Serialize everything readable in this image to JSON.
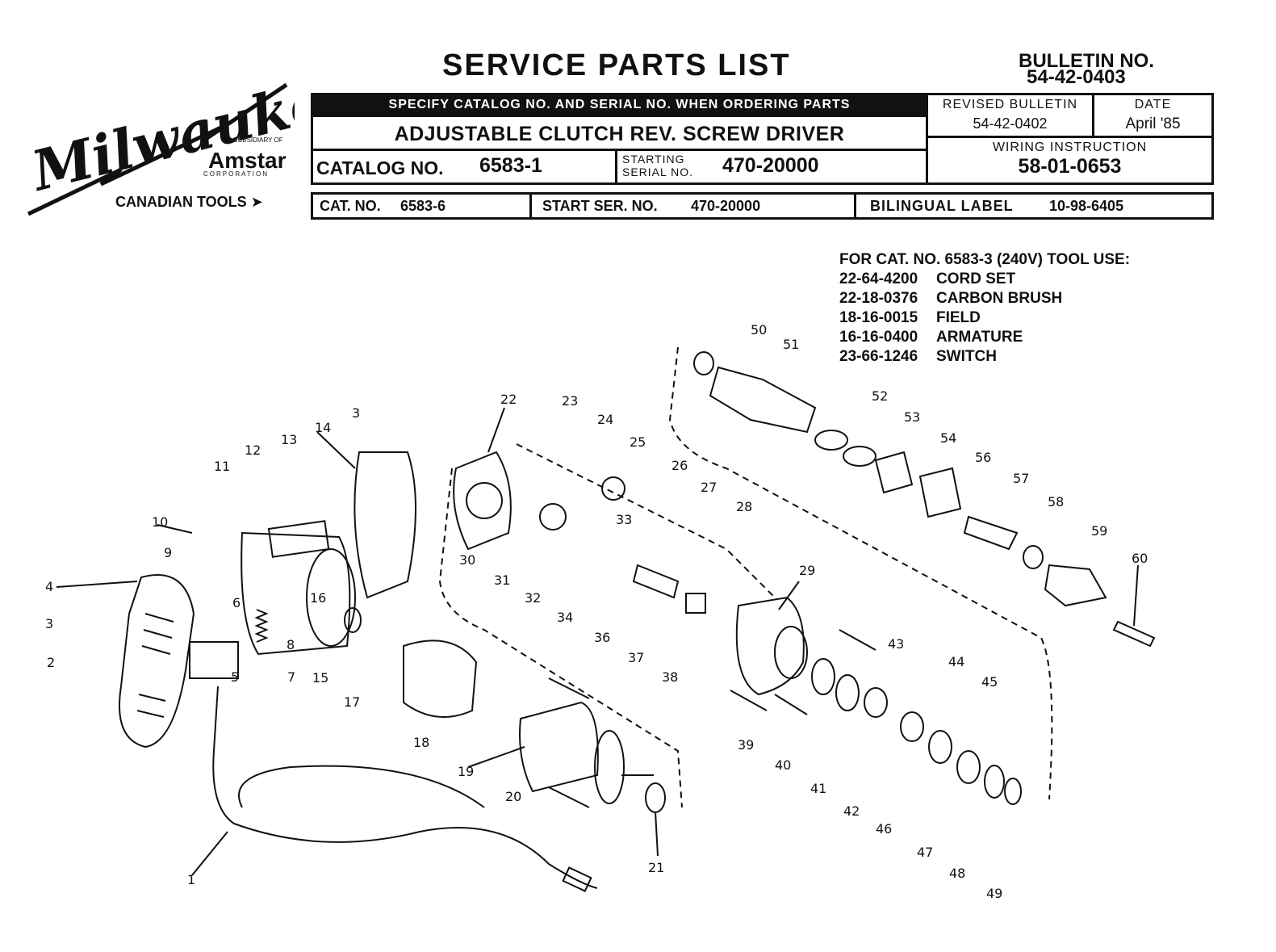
{
  "header": {
    "title": "SERVICE PARTS LIST",
    "bulletin_label": "BULLETIN NO.",
    "bulletin_no": "54-42-0403",
    "specify_note": "SPECIFY CATALOG NO. AND SERIAL NO. WHEN ORDERING PARTS",
    "product_name": "ADJUSTABLE CLUTCH REV. SCREW DRIVER",
    "catalog_label": "CATALOG NO.",
    "catalog_no": "6583-1",
    "starting_label_1": "STARTING",
    "starting_label_2": "SERIAL NO.",
    "starting_serial": "470-20000",
    "revised_label": "REVISED BULLETIN",
    "revised_no": "54-42-0402",
    "date_label": "DATE",
    "date_value": "April '85",
    "wiring_label": "WIRING INSTRUCTION",
    "wiring_no": "58-01-0653"
  },
  "logo": {
    "brand": "Milwaukee",
    "subsidiary": "A SUBSIDIARY OF",
    "parent": "Amstar",
    "corporation": "CORPORATION"
  },
  "canadian": {
    "label": "CANADIAN TOOLS",
    "cat_label": "CAT. NO.",
    "cat_no": "6583-6",
    "start_label": "START SER. NO.",
    "start_no": "470-20000",
    "bilingual_label": "BILINGUAL LABEL",
    "bilingual_no": "10-98-6405"
  },
  "tool_use": {
    "heading": "FOR CAT. NO. 6583-3 (240V) TOOL USE:",
    "parts": [
      {
        "part_no": "22-64-4200",
        "desc": "CORD SET"
      },
      {
        "part_no": "22-18-0376",
        "desc": "CARBON BRUSH"
      },
      {
        "part_no": "18-16-0015",
        "desc": "FIELD"
      },
      {
        "part_no": "16-16-0400",
        "desc": "ARMATURE"
      },
      {
        "part_no": "23-66-1246",
        "desc": "SWITCH"
      }
    ]
  },
  "callouts": [
    "1",
    "2",
    "3",
    "3",
    "4",
    "5",
    "6",
    "7",
    "8",
    "9",
    "10",
    "11",
    "12",
    "13",
    "14",
    "15",
    "16",
    "17",
    "18",
    "19",
    "20",
    "21",
    "22",
    "23",
    "24",
    "25",
    "26",
    "27",
    "28",
    "29",
    "30",
    "31",
    "32",
    "33",
    "34",
    "36",
    "37",
    "38",
    "39",
    "40",
    "41",
    "42",
    "43",
    "44",
    "45",
    "46",
    "47",
    "48",
    "49",
    "50",
    "51",
    "52",
    "53",
    "54",
    "56",
    "57",
    "58",
    "59",
    "60"
  ]
}
